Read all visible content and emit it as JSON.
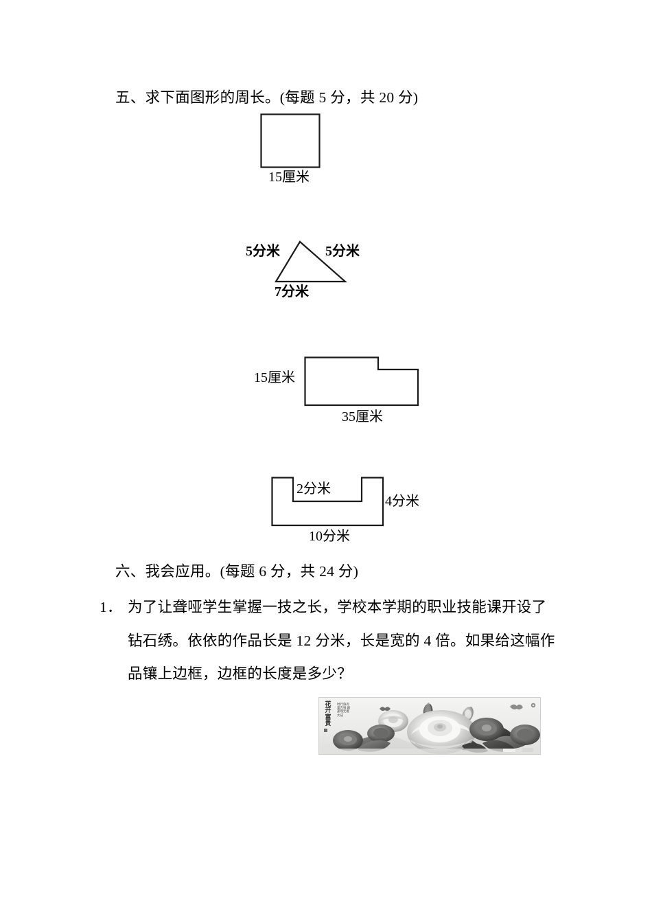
{
  "document": {
    "kind": "math-worksheet-page",
    "language": "zh-CN"
  },
  "sections": [
    {
      "id": "section-five",
      "heading": "五、求下面图形的周长。(每题 5 分，共 20 分)"
    },
    {
      "id": "section-six",
      "heading": "六、我会应用。(每题 6 分，共 24 分)"
    }
  ],
  "figures": {
    "square": {
      "name": "square",
      "bottom_label": "15厘米"
    },
    "triangle": {
      "name": "triangle",
      "left_label": "5分米",
      "right_label": "5分米",
      "bottom_label": "7分米"
    },
    "l_shape": {
      "name": "l-shape",
      "left_label": "15厘米",
      "bottom_label": "35厘米"
    },
    "u_shape": {
      "name": "u-shape",
      "inner_label": "2分米",
      "right_label": "4分米",
      "bottom_label": "10分米"
    }
  },
  "problem": {
    "number": "1．",
    "line1": "为了让聋哑学生掌握一技之长，学校本学期的职业技能课开设了",
    "line2": "钻石绣。依依的作品长是 12 分米，长是宽的 4 倍。如果给这幅作",
    "line3": "品镶上边框，边框的长度是多少？"
  },
  "artwork": {
    "name": "diamond-embroidery-roses-photo",
    "calligraphy": "花开富贵",
    "inscription": "时行隐有妻吉祥 姻逢瑞无着大成",
    "description": "灰度玫瑰花卉钻石绣作品照片"
  },
  "colors": {
    "ink": "#000000",
    "stroke": "#1a1a1a",
    "paper": "#ffffff"
  }
}
